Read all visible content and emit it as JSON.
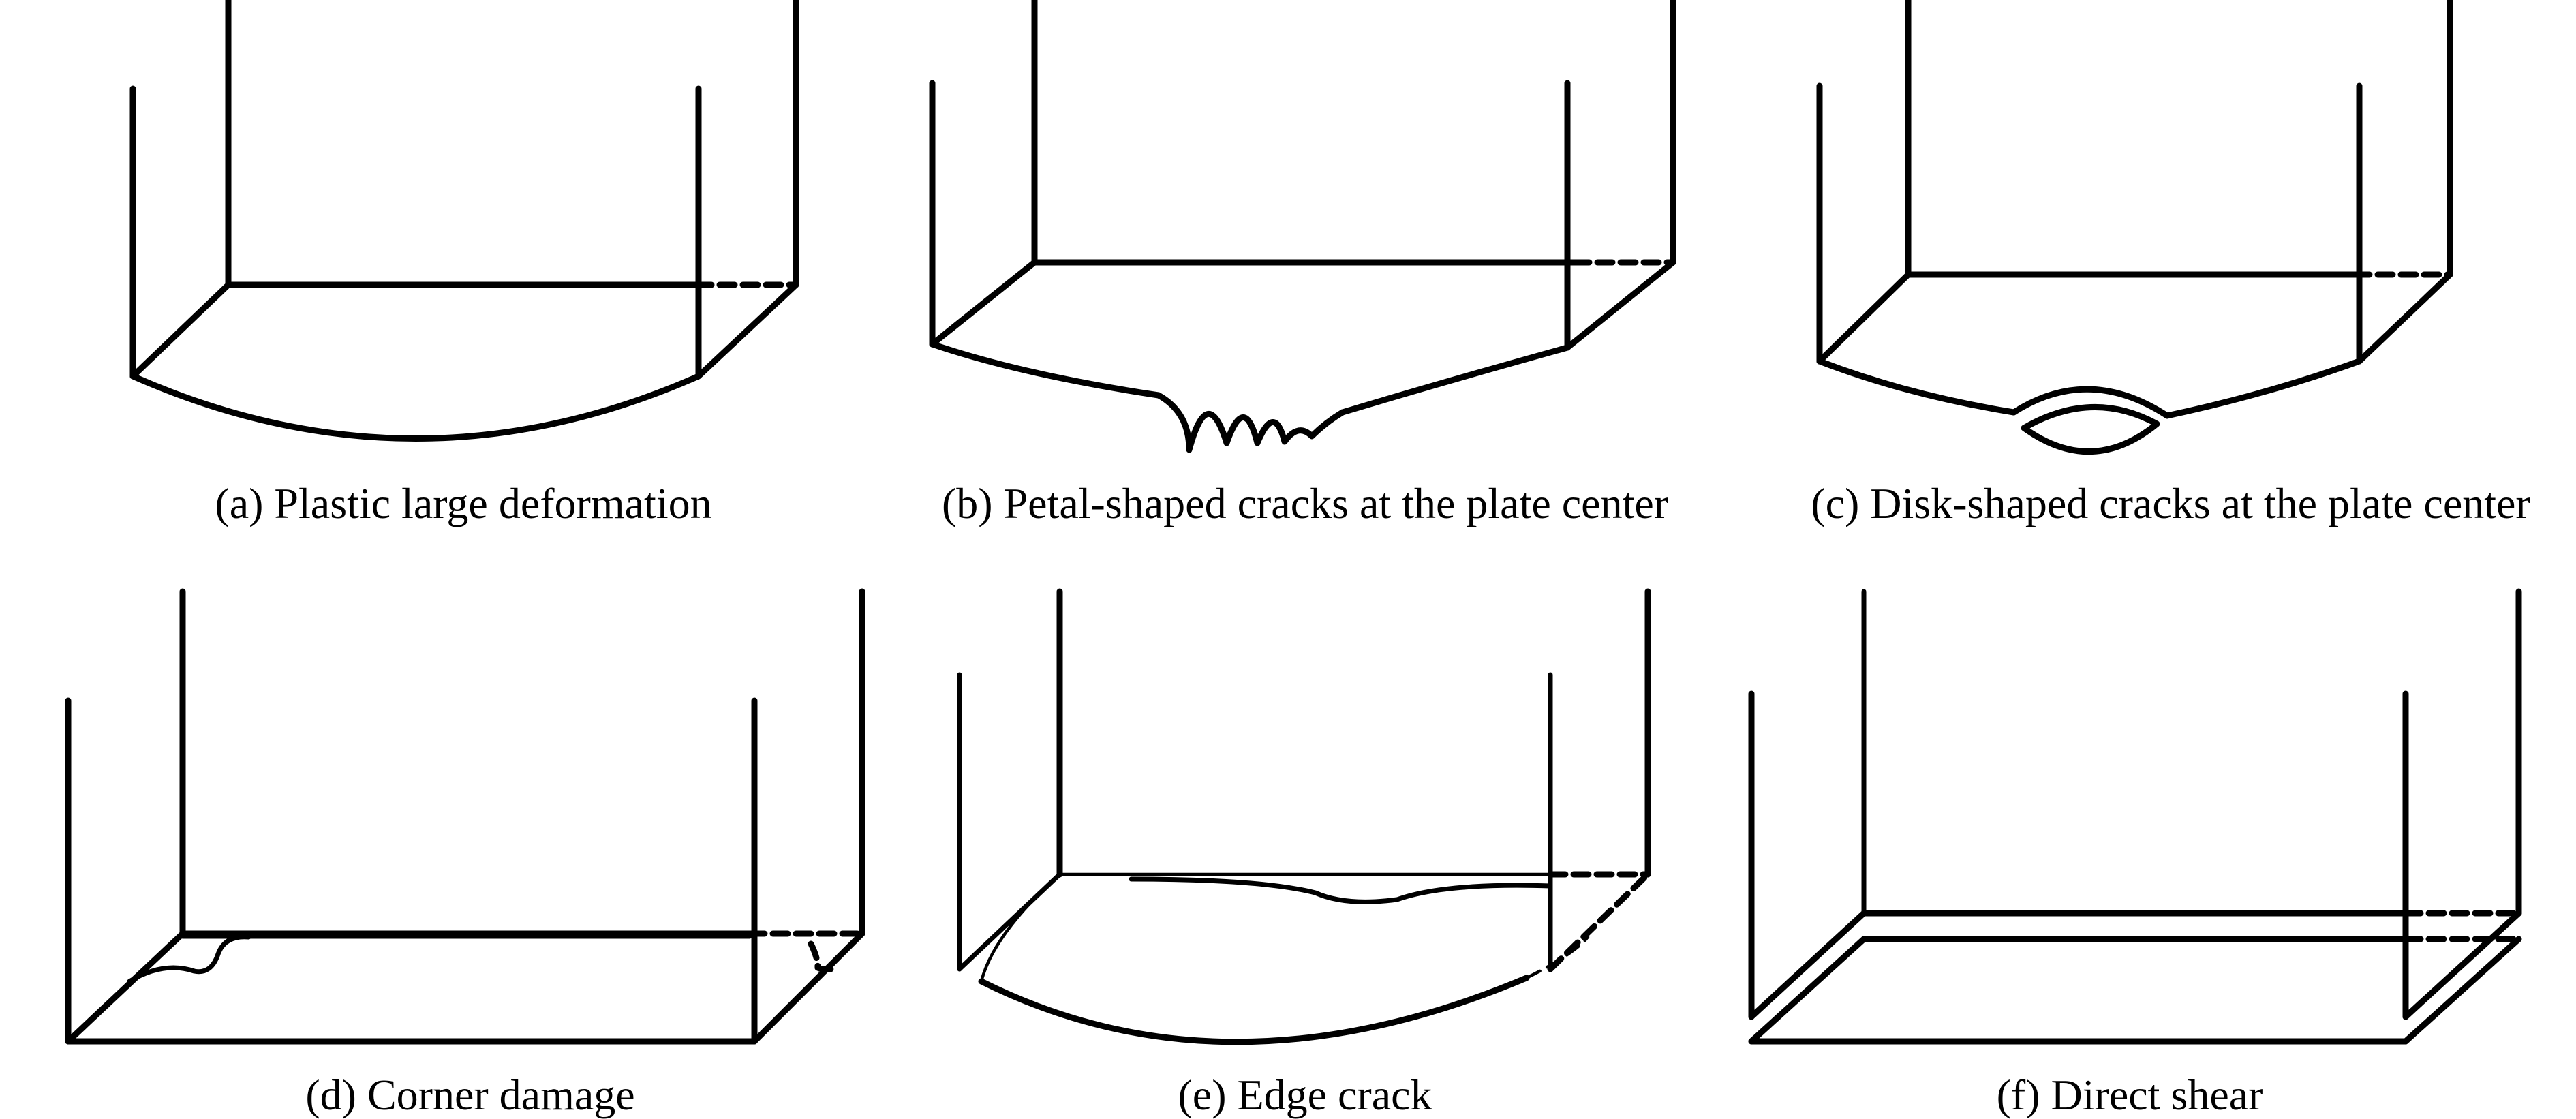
{
  "panels": [
    {
      "id": "a",
      "caption": "(a) Plastic large deformation"
    },
    {
      "id": "b",
      "caption": "(b) Petal-shaped cracks at the plate center"
    },
    {
      "id": "c",
      "caption": "(c) Disk-shaped cracks at the plate center"
    },
    {
      "id": "d",
      "caption": "(d) Corner damage"
    },
    {
      "id": "e",
      "caption": "(e) Edge crack"
    },
    {
      "id": "f",
      "caption": "(f) Direct shear"
    }
  ]
}
